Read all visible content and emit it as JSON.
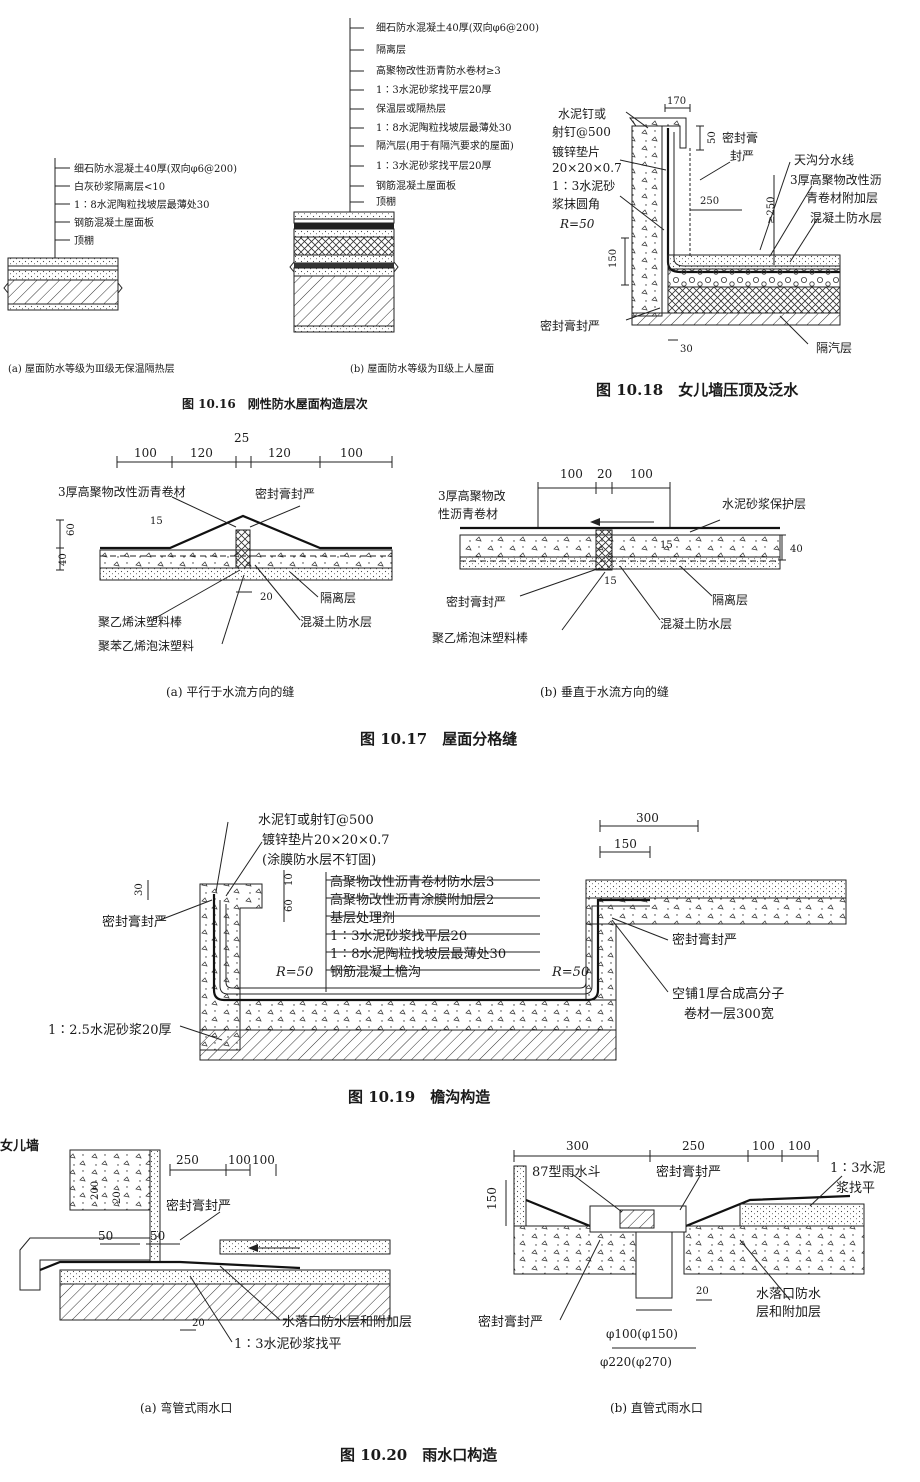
{
  "fig16": {
    "a_labels": [
      "细石防水混凝土40厚(双向φ6@200)",
      "白灰砂浆隔离层<10",
      "1∶8水泥陶粒找坡层最薄处30",
      "钢筋混凝土屋面板",
      "顶棚"
    ],
    "b_labels": [
      "细石防水混凝土40厚(双向φ6@200)",
      "隔离层",
      "高聚物改性沥青防水卷材≥3",
      "1∶3水泥砂浆找平层20厚",
      "保温层或隔热层",
      "1∶8水泥陶粒找坡层最薄处30",
      "隔汽层(用于有隔汽要求的屋面)",
      "1∶3水泥砂浆找平层20厚",
      "钢筋混凝土屋面板",
      "顶棚"
    ],
    "caption_a": "(a) 屋面防水等级为Ⅲ级无保温隔热层",
    "caption_b": "(b) 屋面防水等级为Ⅱ级上人屋面",
    "title": "图 10.16　刚性防水屋面构造层次"
  },
  "fig18": {
    "labels": {
      "nail1": "水泥钉或",
      "nail2": "射钉@500",
      "pad1": "镀锌垫片",
      "pad2": "20×20×0.7",
      "mortar1": "1∶3水泥砂",
      "mortar2": "浆抹圆角",
      "radius": "R=50",
      "sealant1": "密封膏",
      "sealant2": "封严",
      "gutter_line": "天沟分水线",
      "membrane1": "3厚高聚物改性沥",
      "membrane2": "青卷材附加层",
      "concrete": "混凝土防水层",
      "sealant_bottom": "密封膏封严",
      "vapor": "隔汽层"
    },
    "dims": {
      "d170": "170",
      "d50": "50",
      "d250": "250",
      "d250v": "≥250",
      "d150": "150",
      "d30": "30"
    },
    "title": "图 10.18　女儿墙压顶及泛水"
  },
  "fig17": {
    "a": {
      "dims": [
        "100",
        "120",
        "25",
        "120",
        "100"
      ],
      "membrane": "3厚高聚物改性沥青卷材",
      "sealant": "密封膏封严",
      "d15": "15",
      "d60": "60",
      "d40": "40",
      "d20": "20",
      "isolation": "隔离层",
      "rod": "聚乙烯沫塑料棒",
      "foam": "聚苯乙烯泡沫塑料",
      "concrete": "混凝土防水层",
      "caption": "(a) 平行于水流方向的缝"
    },
    "b": {
      "dims": [
        "100",
        "20",
        "100"
      ],
      "membrane1": "3厚高聚物改",
      "membrane2": "性沥青卷材",
      "protect": "水泥砂浆保护层",
      "d15a": "15",
      "d40": "40",
      "d15b": "15",
      "sealant": "密封膏封严",
      "isolation": "隔离层",
      "rod": "聚乙烯泡沫塑料棒",
      "concrete": "混凝土防水层",
      "caption": "(b) 垂直于水流方向的缝"
    },
    "title": "图 10.17　屋面分格缝"
  },
  "fig19": {
    "labels": {
      "nail": "水泥钉或射钉@500",
      "pad": "镀锌垫片20×20×0.7",
      "no_nail": "(涂膜防水层不钉固)",
      "l1": "高聚物改性沥青卷材防水层3",
      "l2": "高聚物改性沥青涂膜附加层2",
      "l3": "基层处理剂",
      "l4": "1∶3水泥砂浆找平层20",
      "l5": "1∶8水泥陶粒找坡层最薄处30",
      "l6": "钢筋混凝土檐沟",
      "sealant_left": "密封膏封严",
      "sealant_right": "密封膏封严",
      "r_left": "R=50",
      "r_right": "R=50",
      "mortar": "1∶2.5水泥砂浆20厚",
      "empty1": "空铺1厚合成高分子",
      "empty2": "卷材一层300宽"
    },
    "dims": {
      "d300": "300",
      "d150": "150",
      "d30": "30",
      "d10": "10",
      "d60": "60"
    },
    "title": "图 10.19　檐沟构造"
  },
  "fig20": {
    "a": {
      "wall": "女儿墙",
      "dims": [
        "250",
        "100",
        "100",
        "200",
        "20",
        "50",
        "50",
        "20"
      ],
      "sealant": "密封膏封严",
      "outlet": "水落口防水层和附加层",
      "mortar": "1∶3水泥砂浆找平",
      "caption": "(a) 弯管式雨水口"
    },
    "b": {
      "dims": [
        "300",
        "250",
        "100",
        "100",
        "150",
        "20"
      ],
      "hopper": "87型雨水斗",
      "sealant_top": "密封膏封严",
      "mortar1": "1∶3水泥",
      "mortar2": "浆找平",
      "outlet1": "水落口防水",
      "outlet2": "层和附加层",
      "sealant_bottom": "密封膏封严",
      "dia1": "φ100(φ150)",
      "dia2": "φ220(φ270)",
      "caption": "(b) 直管式雨水口"
    },
    "title": "图 10.20　雨水口构造"
  }
}
